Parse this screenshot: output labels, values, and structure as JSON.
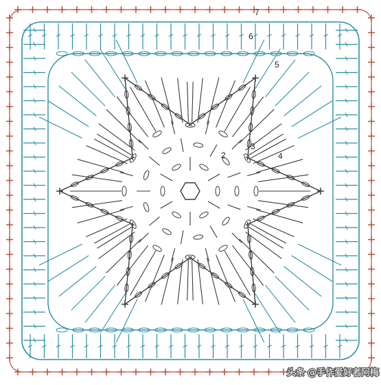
{
  "round_labels": [
    "2",
    "3",
    "4",
    "5",
    "6",
    "7"
  ],
  "watermark": "头条 @手作爱好者阿梅",
  "colors": {
    "outer_border": "#b5523b",
    "teal_rounds": "#2a8fa2",
    "inner_motif": "#3a3a3a",
    "background": "#ffffff"
  },
  "symbols": [
    "chain-stitch",
    "double-crochet",
    "single-crochet",
    "slip-stitch"
  ],
  "motif": {
    "shape": "hexagon-flower",
    "petals": 6,
    "rounds_visible": 7
  }
}
